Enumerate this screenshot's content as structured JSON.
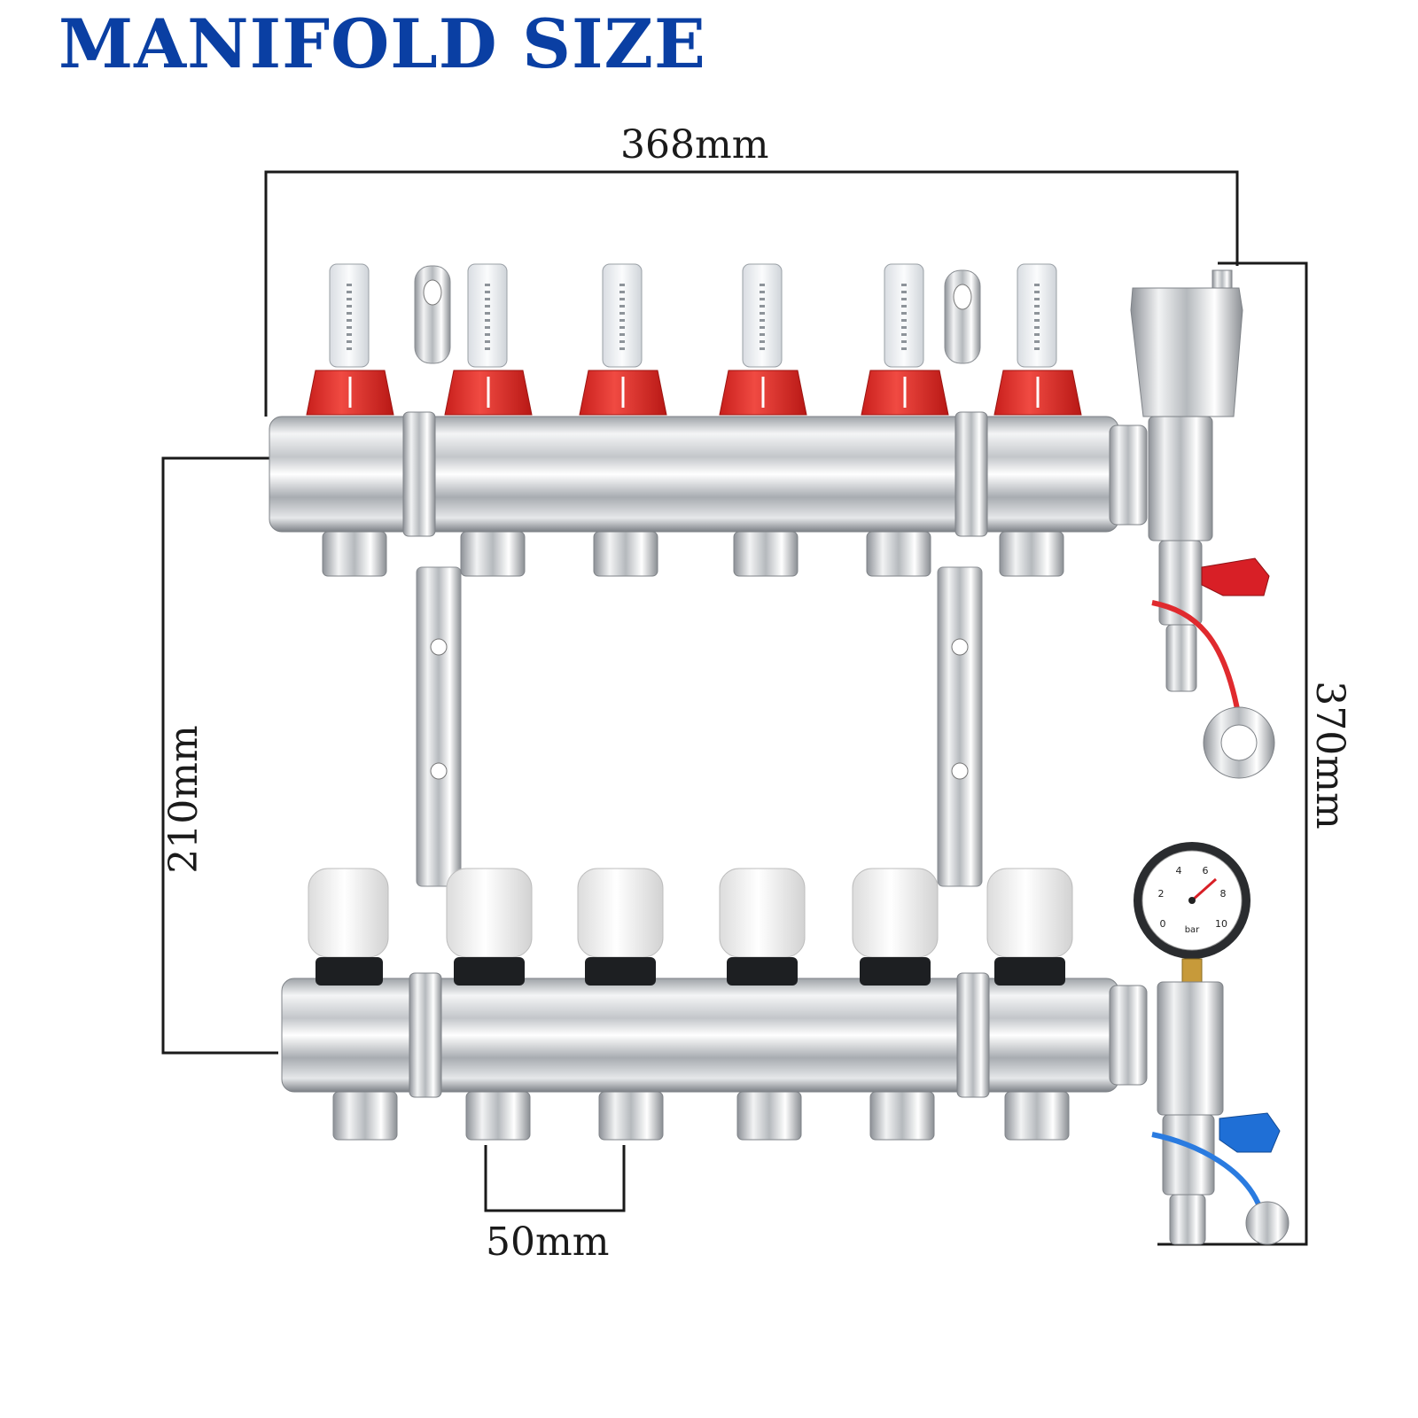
{
  "title": "MANIFOLD SIZE",
  "dimensions": {
    "width": "368mm",
    "height": "370mm",
    "center_distance": "210mm",
    "outlet_spacing": "50mm"
  },
  "colors": {
    "title": "#0a3fa3",
    "flowmeter_cap": "#e8332e",
    "supply_valve_handle": "#d81f26",
    "return_valve_handle": "#1f6fd6",
    "valve_cap": "#f4f4f4",
    "chrome": "#c9ccd0"
  },
  "gauge": {
    "ticks": [
      "0",
      "2",
      "4",
      "6",
      "8",
      "10"
    ],
    "unit": "bar"
  }
}
